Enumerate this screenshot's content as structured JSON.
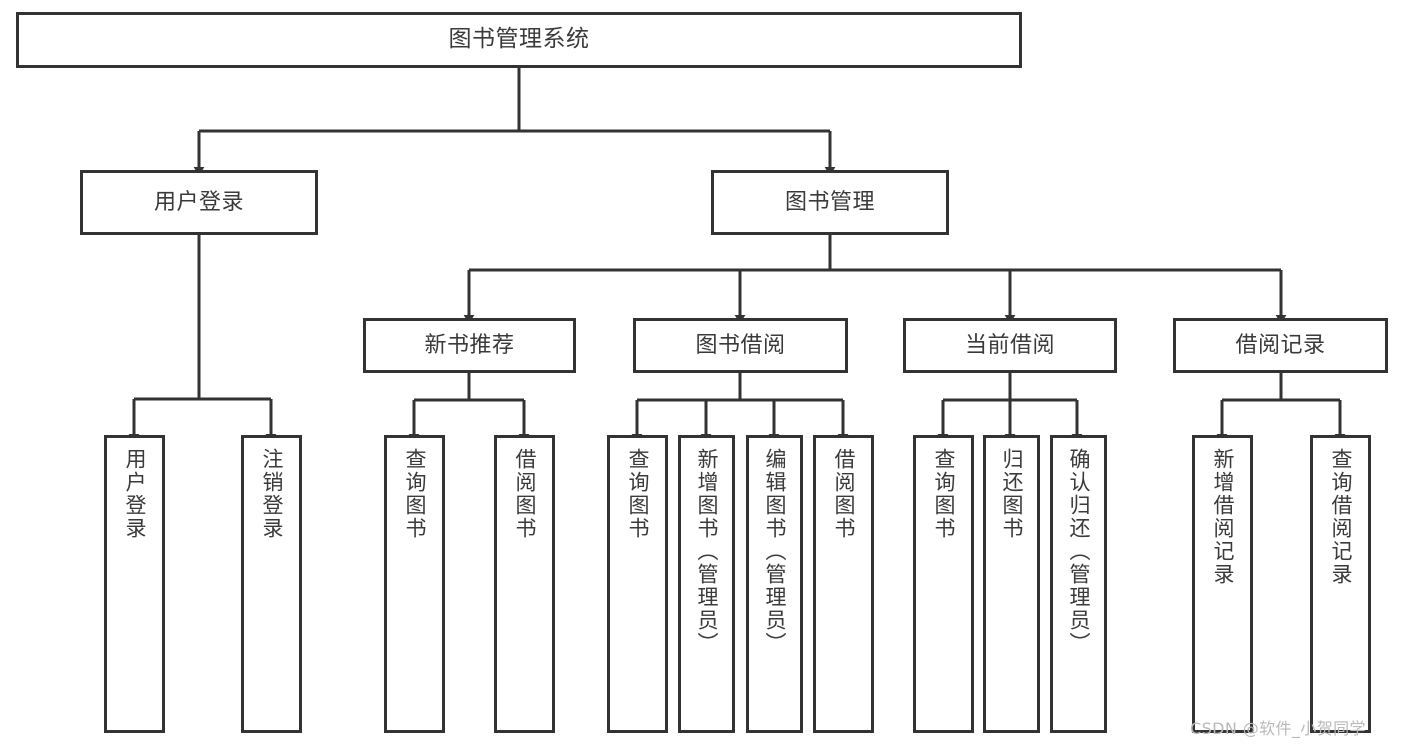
{
  "diagram": {
    "title": "图书管理系统",
    "type": "tree-hierarchy",
    "root": {
      "label": "图书管理系统"
    },
    "level1": [
      {
        "label": "用户登录"
      },
      {
        "label": "图书管理"
      }
    ],
    "level2": [
      {
        "label": "新书推荐"
      },
      {
        "label": "图书借阅"
      },
      {
        "label": "当前借阅"
      },
      {
        "label": "借阅记录"
      }
    ],
    "leaves": {
      "user_login": [
        {
          "label": "用户登录"
        },
        {
          "label": "注销登录"
        }
      ],
      "new_book_recommend": [
        {
          "label": "查询图书"
        },
        {
          "label": "借阅图书"
        }
      ],
      "book_borrow": [
        {
          "label": "查询图书"
        },
        {
          "label": "新增图书（管理员）"
        },
        {
          "label": "编辑图书（管理员）"
        },
        {
          "label": "借阅图书"
        }
      ],
      "current_borrow": [
        {
          "label": "查询图书"
        },
        {
          "label": "归还图书"
        },
        {
          "label": "确认归还（管理员）"
        }
      ],
      "borrow_record": [
        {
          "label": "新增借阅记录"
        },
        {
          "label": "查询借阅记录"
        }
      ]
    }
  },
  "watermark": {
    "text": "CSDN @软件_小贺同学"
  },
  "colors": {
    "stroke": "#333333",
    "box_fill": "#ffffff",
    "text": "#3a3a3a",
    "watermark": "#b9b9b9",
    "page_background": "#ffffff"
  }
}
